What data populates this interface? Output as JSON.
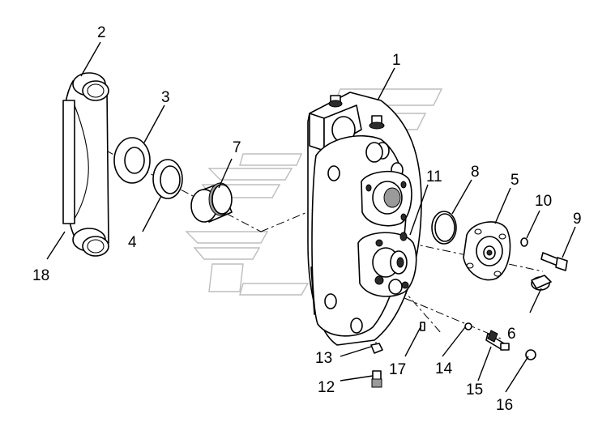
{
  "callouts": [
    {
      "id": "1",
      "label": "1"
    },
    {
      "id": "2",
      "label": "2"
    },
    {
      "id": "3",
      "label": "3"
    },
    {
      "id": "4",
      "label": "4"
    },
    {
      "id": "5",
      "label": "5"
    },
    {
      "id": "6",
      "label": "6"
    },
    {
      "id": "7",
      "label": "7"
    },
    {
      "id": "8",
      "label": "8"
    },
    {
      "id": "9",
      "label": "9"
    },
    {
      "id": "10",
      "label": "10"
    },
    {
      "id": "11",
      "label": "11"
    },
    {
      "id": "12",
      "label": "12"
    },
    {
      "id": "13",
      "label": "13"
    },
    {
      "id": "14",
      "label": "14"
    },
    {
      "id": "15",
      "label": "15"
    },
    {
      "id": "16",
      "label": "16"
    },
    {
      "id": "17",
      "label": "17"
    },
    {
      "id": "18",
      "label": "18"
    }
  ],
  "colors": {
    "line": "#000000",
    "watermark": "#bdbdbd",
    "background": "#ffffff"
  }
}
